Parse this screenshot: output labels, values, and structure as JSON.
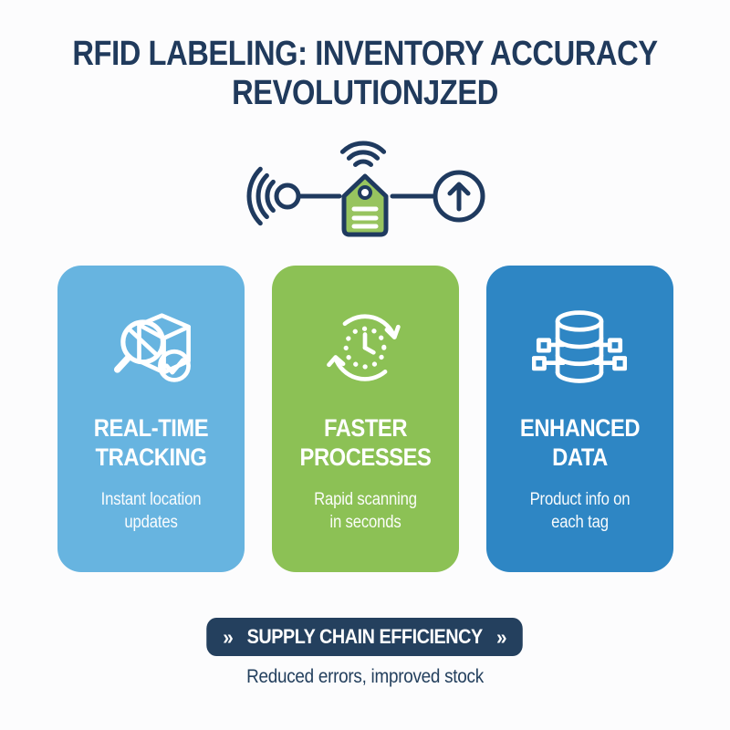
{
  "title": {
    "line1": "RFID LABELING: INVENTORY ACCURACY",
    "line2": "REVOLUTIONJZED"
  },
  "hero": {
    "description": "RFID tag with wireless signal, reader node and upload indicator"
  },
  "cards": [
    {
      "icon": "box-search-check-icon",
      "title_line1": "REAL-TIME",
      "title_line2": "TRACKING",
      "subtitle_line1": "Instant location",
      "subtitle_line2": "updates",
      "bg": "#67B4E0"
    },
    {
      "icon": "clock-refresh-icon",
      "title_line1": "FASTER",
      "title_line2": "PROCESSES",
      "subtitle_line1": "Rapid scanning",
      "subtitle_line2": "in seconds",
      "bg": "#8CC155"
    },
    {
      "icon": "database-sync-icon",
      "title_line1": "ENHANCED",
      "title_line2": "DATA",
      "subtitle_line1": "Product info on",
      "subtitle_line2": "each tag",
      "bg": "#2E86C4"
    }
  ],
  "banner": {
    "chevron_left": "»",
    "label": "SUPPLY CHAIN EFFICIENCY",
    "chevron_right": "»",
    "bg": "#24405E"
  },
  "footer_note": "Reduced errors, improved stock",
  "colors": {
    "title_text": "#203A5C",
    "navy_stroke": "#1F3A5F",
    "tag_green": "#97C45F",
    "card_text": "#FFFFFF",
    "background": "#FCFCFD"
  }
}
